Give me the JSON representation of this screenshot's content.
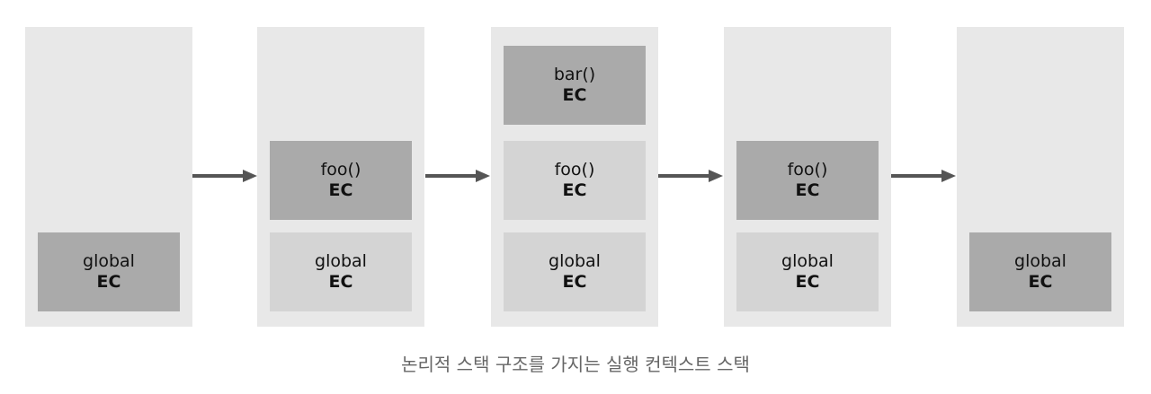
{
  "colors": {
    "stack_background": "#e8e8e8",
    "frame_active": "#aaaaaa",
    "frame_inactive": "#d4d4d4",
    "arrow": "#555555",
    "caption_text": "#666666"
  },
  "stacks": [
    {
      "frames": [
        {
          "name": "global",
          "label": "EC",
          "state": "active"
        }
      ]
    },
    {
      "frames": [
        {
          "name": "foo()",
          "label": "EC",
          "state": "active"
        },
        {
          "name": "global",
          "label": "EC",
          "state": "inactive"
        }
      ]
    },
    {
      "frames": [
        {
          "name": "bar()",
          "label": "EC",
          "state": "active"
        },
        {
          "name": "foo()",
          "label": "EC",
          "state": "inactive"
        },
        {
          "name": "global",
          "label": "EC",
          "state": "inactive"
        }
      ]
    },
    {
      "frames": [
        {
          "name": "foo()",
          "label": "EC",
          "state": "active"
        },
        {
          "name": "global",
          "label": "EC",
          "state": "inactive"
        }
      ]
    },
    {
      "frames": [
        {
          "name": "global",
          "label": "EC",
          "state": "active"
        }
      ]
    }
  ],
  "arrows": [
    {
      "icon": "arrow-right-icon"
    },
    {
      "icon": "arrow-right-icon"
    },
    {
      "icon": "arrow-right-icon"
    },
    {
      "icon": "arrow-right-icon"
    }
  ],
  "caption": "논리적 스택 구조를 가지는 실행 컨텍스트 스택"
}
